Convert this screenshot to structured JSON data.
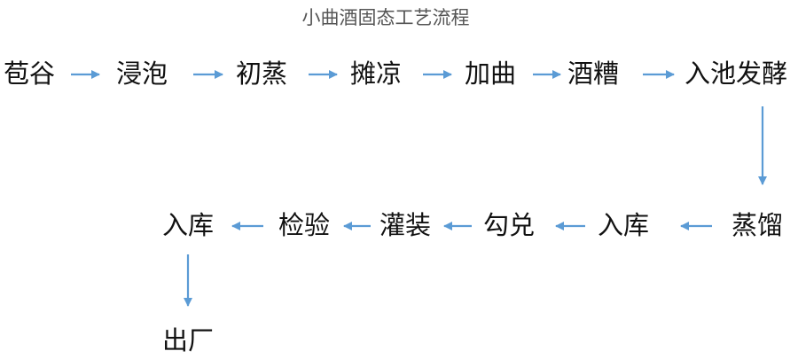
{
  "diagram": {
    "title": "小曲酒固态工艺流程",
    "steps": {
      "s1": "苞谷",
      "s2": "浸泡",
      "s3": "初蒸",
      "s4": "摊凉",
      "s5": "加曲",
      "s6": "酒糟",
      "s7": "入池发酵",
      "s8": "蒸馏",
      "s9": "入库",
      "s10": "勾兑",
      "s11": "灌装",
      "s12": "检验",
      "s13": "入库",
      "s14": "出厂"
    },
    "colors": {
      "arrow": "#5b9bd5",
      "text": "#111111",
      "title": "#555555"
    }
  }
}
